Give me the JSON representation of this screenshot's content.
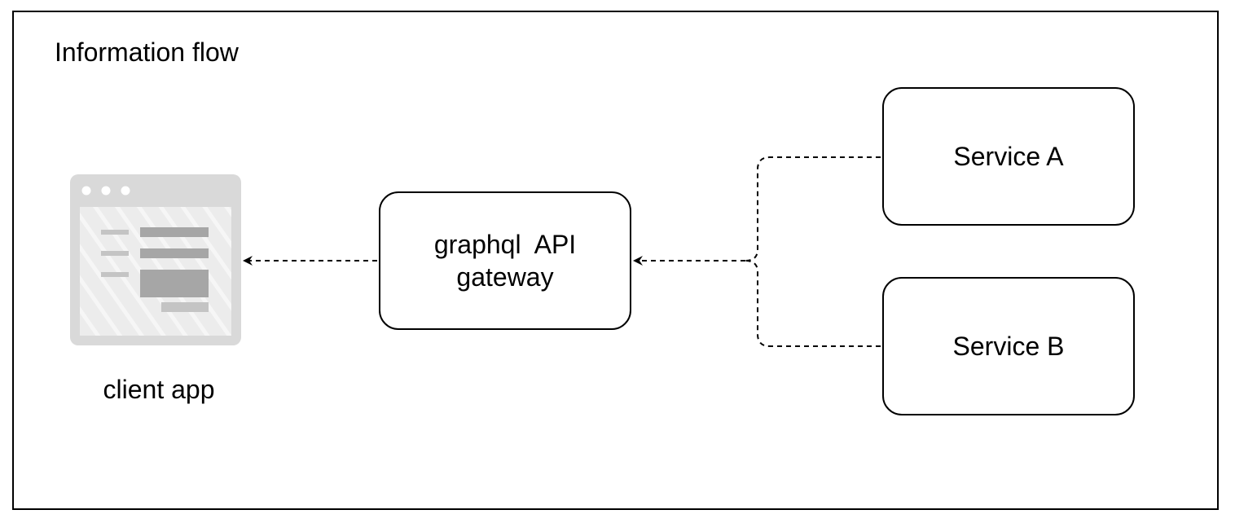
{
  "diagram": {
    "title": "Information flow",
    "client_app": {
      "label": "client app",
      "icon": "browser-window-icon"
    },
    "nodes": {
      "gateway": {
        "line1": "graphql  API",
        "line2": "gateway"
      },
      "service_a": {
        "label": "Service A"
      },
      "service_b": {
        "label": "Service B"
      }
    },
    "edges": [
      {
        "from": "Service A",
        "to": "graphql  API gateway",
        "style": "dashed"
      },
      {
        "from": "Service B",
        "to": "graphql  API gateway",
        "style": "dashed"
      },
      {
        "from": "graphql  API gateway",
        "to": "client app",
        "style": "dashed"
      }
    ],
    "colors": {
      "stroke": "#000000",
      "icon_frame": "#d9d9d9",
      "icon_panel": "#ececec",
      "icon_bar": "#a6a6a6",
      "icon_dot": "#ffffff"
    }
  }
}
